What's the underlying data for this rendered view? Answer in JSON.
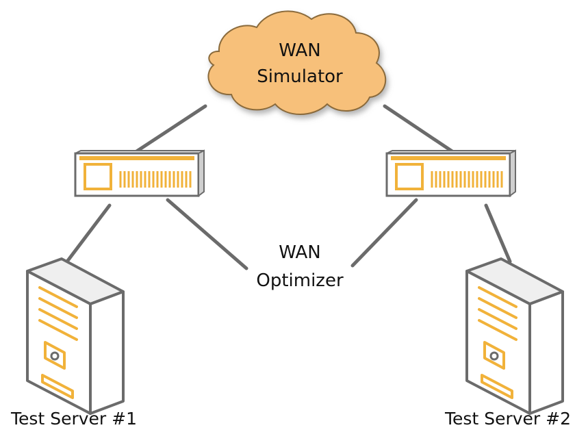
{
  "cloud": {
    "line1": "WAN",
    "line2": "Simulator"
  },
  "optimizer": {
    "line1": "WAN",
    "line2": "Optimizer"
  },
  "servers": [
    {
      "label": "Test Server #1"
    },
    {
      "label": "Test Server #2"
    }
  ],
  "colors": {
    "cloud_fill": "#f7c07a",
    "accent": "#f1b23a",
    "line": "#6b6b6b",
    "text": "#111111"
  }
}
